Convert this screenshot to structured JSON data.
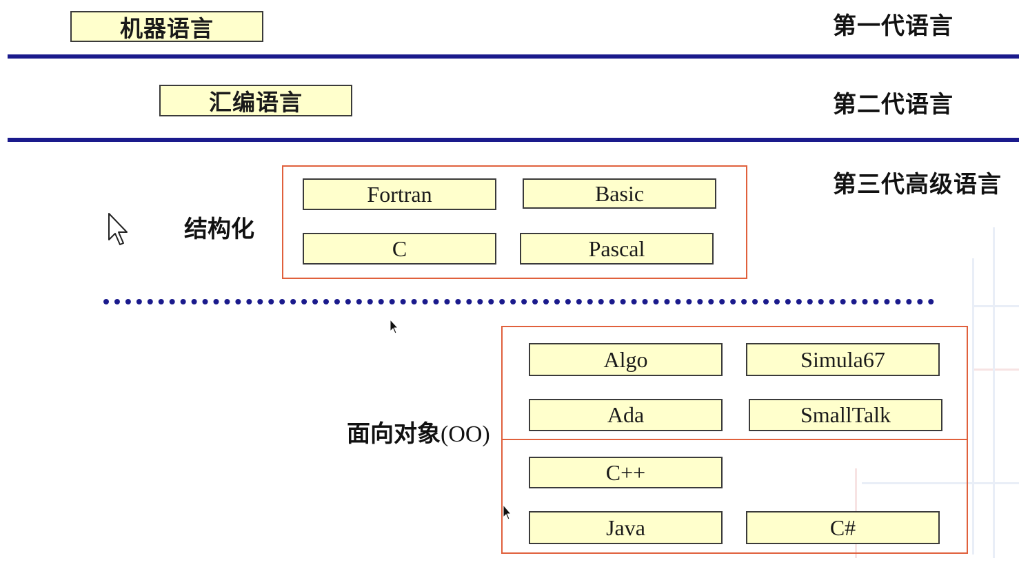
{
  "generations": {
    "first": {
      "language": "机器语言",
      "label": "第一代语言"
    },
    "second": {
      "language": "汇编语言",
      "label": "第二代语言"
    },
    "third": {
      "label": "第三代高级语言"
    }
  },
  "structured": {
    "label": "结构化",
    "languages": [
      "Fortran",
      "Basic",
      "C",
      "Pascal"
    ]
  },
  "object_oriented": {
    "label": "面向对象",
    "label_suffix": "(OO)",
    "languages": [
      "Algo",
      "Simula67",
      "Ada",
      "SmallTalk",
      "C++",
      "Java",
      "C#"
    ]
  },
  "colors": {
    "box_fill": "#ffffcc",
    "separator": "#1a1a8c",
    "group_border": "#e0603c"
  }
}
